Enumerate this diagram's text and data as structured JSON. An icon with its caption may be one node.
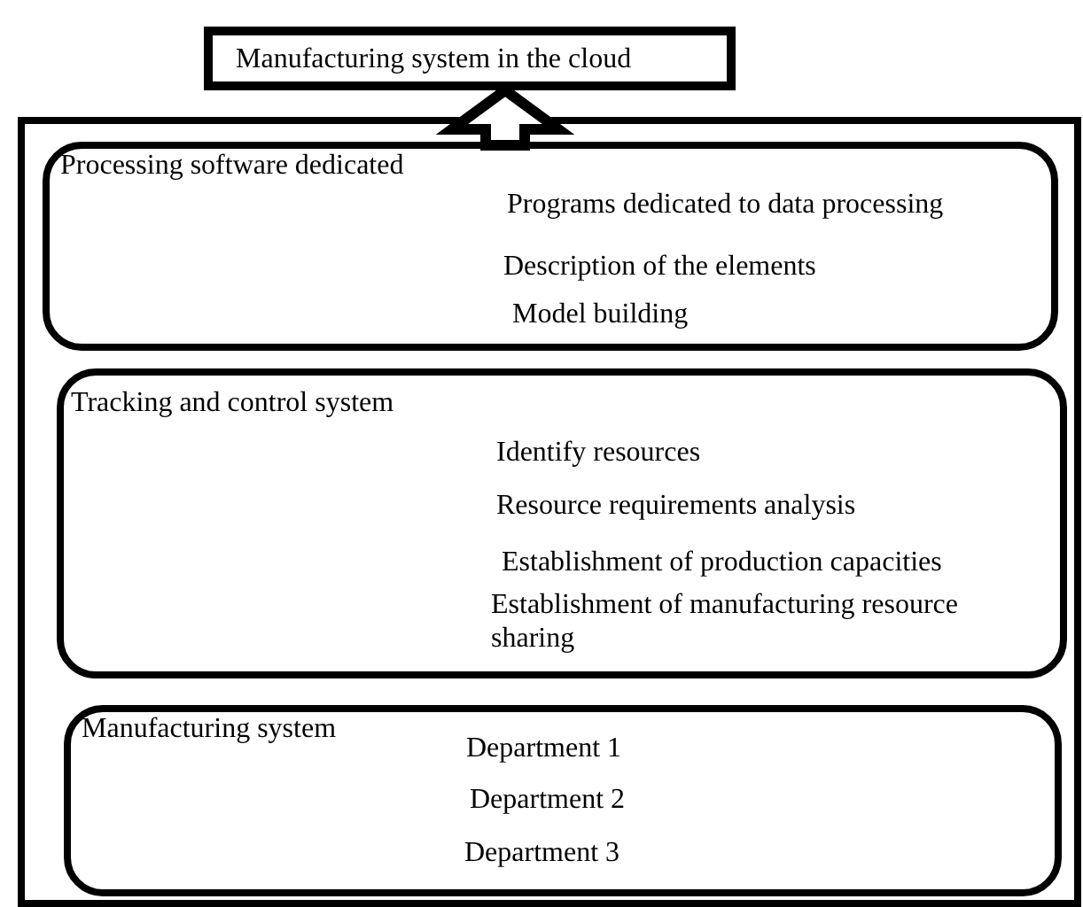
{
  "diagram": {
    "nodes": [
      {
        "text": [
          "Manufacturing system in the cloud"
        ]
      },
      {
        "text": [],
        "shape": "box"
      },
      {
        "text": [
          "Processing software dedicated",
          "Programs dedicated to data processing",
          "Description of the elements",
          "Model building"
        ],
        "in": 1
      },
      {
        "text": [
          "Tracking and control system",
          "Identify resources",
          "Resource requirements analysis",
          "Establishment of production capacities",
          "Establishment of manufacturing resource sharing"
        ],
        "in": 1
      },
      {
        "text": [
          "Manufacturing system",
          "Department 1",
          "Department 2",
          "Department 3"
        ],
        "in": 1
      }
    ],
    "edges": [
      {
        "from": 1,
        "to": 0,
        "arrow": "to",
        "style": "thick"
      }
    ]
  }
}
